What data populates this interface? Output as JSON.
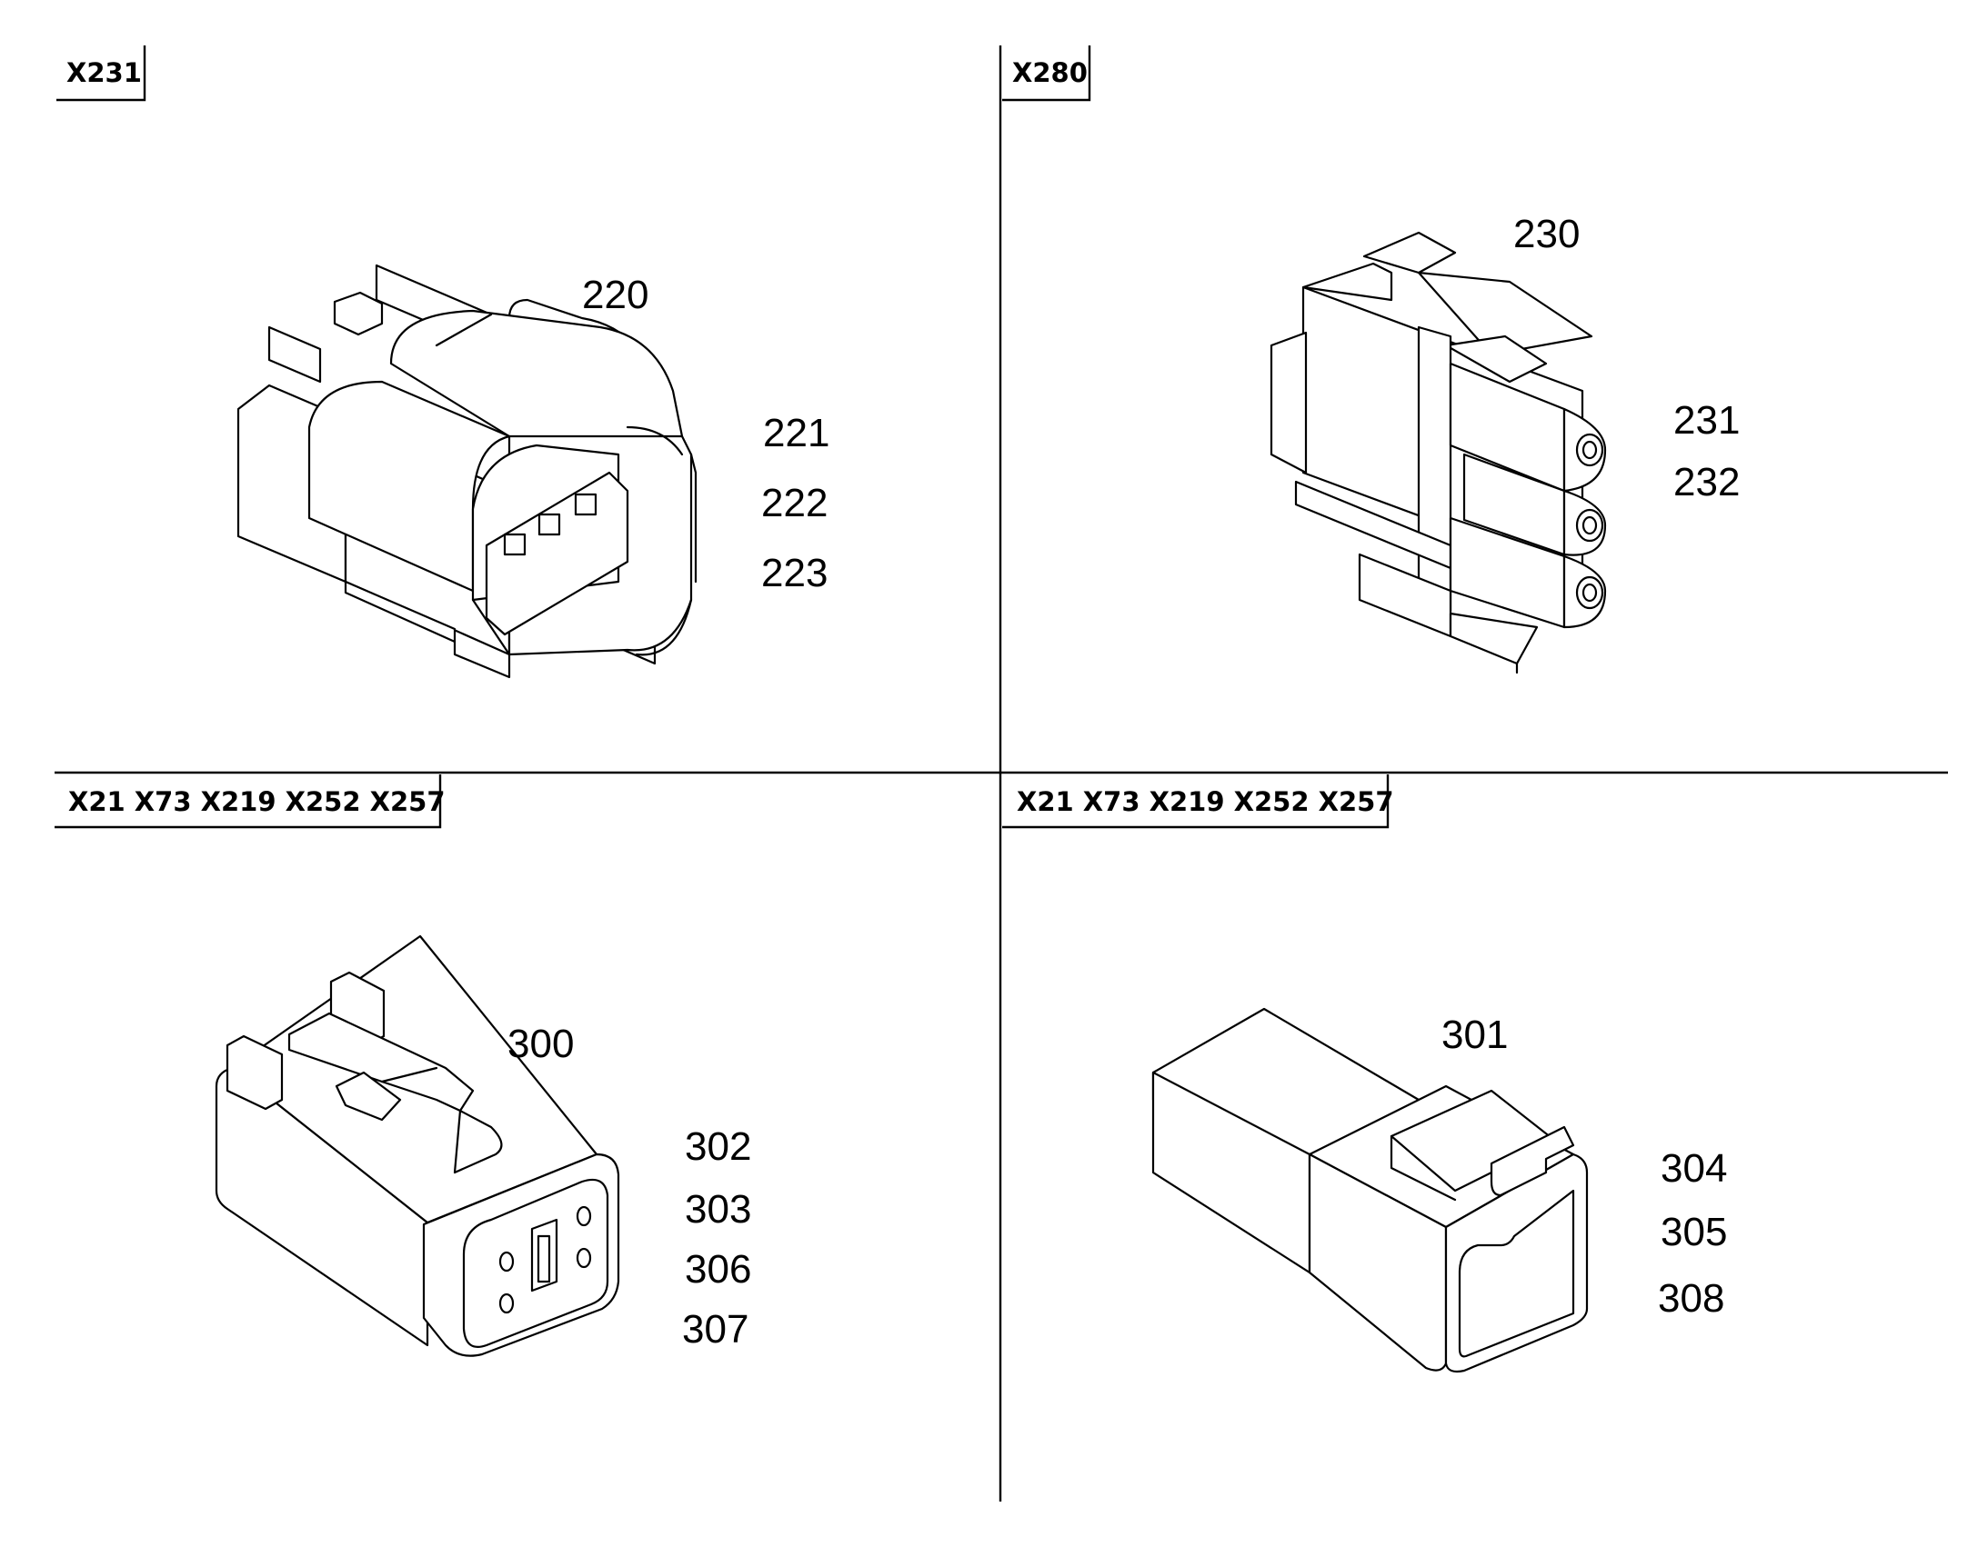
{
  "panels": [
    {
      "tag": "X231",
      "callouts": [
        "220",
        "221",
        "222",
        "223"
      ]
    },
    {
      "tag": "X280",
      "callouts": [
        "230",
        "231",
        "232"
      ]
    },
    {
      "tag": "X21 X73 X219 X252 X257",
      "callouts": [
        "300",
        "302",
        "303",
        "306",
        "307"
      ]
    },
    {
      "tag": "X21 X73 X219 X252 X257",
      "callouts": [
        "301",
        "304",
        "305",
        "308"
      ]
    }
  ]
}
